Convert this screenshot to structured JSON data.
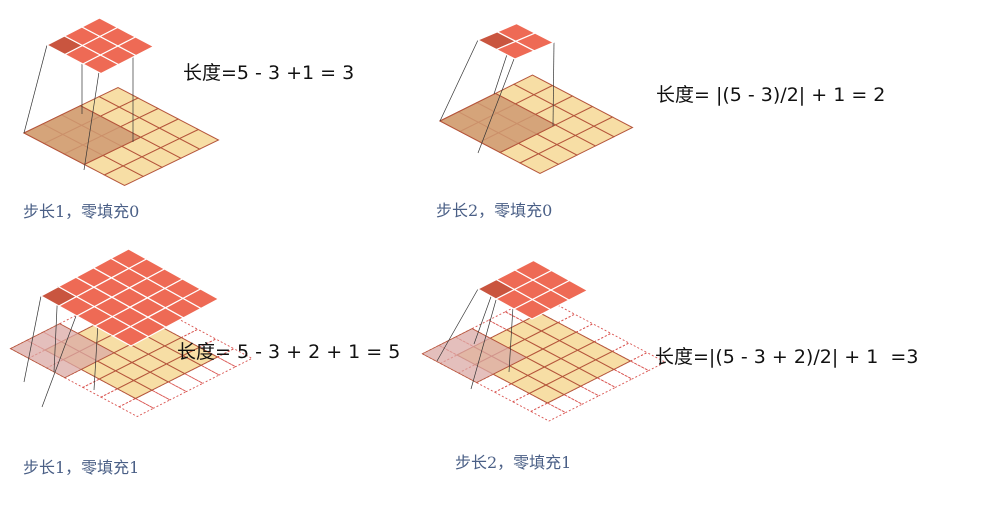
{
  "panels": [
    {
      "id": "p1",
      "formula": "长度=5 - 3 +1 = 3",
      "caption": "步长1，零填充0",
      "input_size": 5,
      "padding": 0,
      "output_size": 3,
      "highlight_output_cell": [
        0,
        0
      ],
      "highlight_input_region": [
        0,
        0,
        3,
        3
      ]
    },
    {
      "id": "p2",
      "formula": "长度= |(5 - 3)/2| + 1 = 2",
      "caption": "步长2，零填充0",
      "input_size": 5,
      "padding": 0,
      "output_size": 2,
      "highlight_output_cell": [
        0,
        0
      ],
      "highlight_input_region": [
        0,
        0,
        3,
        3
      ]
    },
    {
      "id": "p3",
      "formula": "长度= 5 - 3 + 2 + 1 = 5",
      "caption": "步长1，零填充1",
      "input_size": 5,
      "padding": 1,
      "output_size": 5,
      "highlight_output_cell": [
        0,
        0
      ],
      "highlight_input_region": [
        0,
        0,
        3,
        3
      ]
    },
    {
      "id": "p4",
      "formula": "长度=|(5 - 3 + 2)/2| + 1  =3",
      "caption": "步长2，零填充1",
      "input_size": 5,
      "padding": 1,
      "output_size": 3,
      "highlight_output_cell": [
        0,
        0
      ],
      "highlight_input_region": [
        0,
        0,
        3,
        3
      ]
    }
  ],
  "colors": {
    "input_fill": "#f7dea5",
    "input_stroke": "#b5563c",
    "input_highlight": "#cf9a72",
    "padding_highlight": "#dba9a5",
    "padding_stroke": "#d9534f",
    "output_fill": "#ee6a55",
    "output_stroke": "#ffffff",
    "output_highlight": "#c9553f",
    "projection_line": "#333333"
  }
}
